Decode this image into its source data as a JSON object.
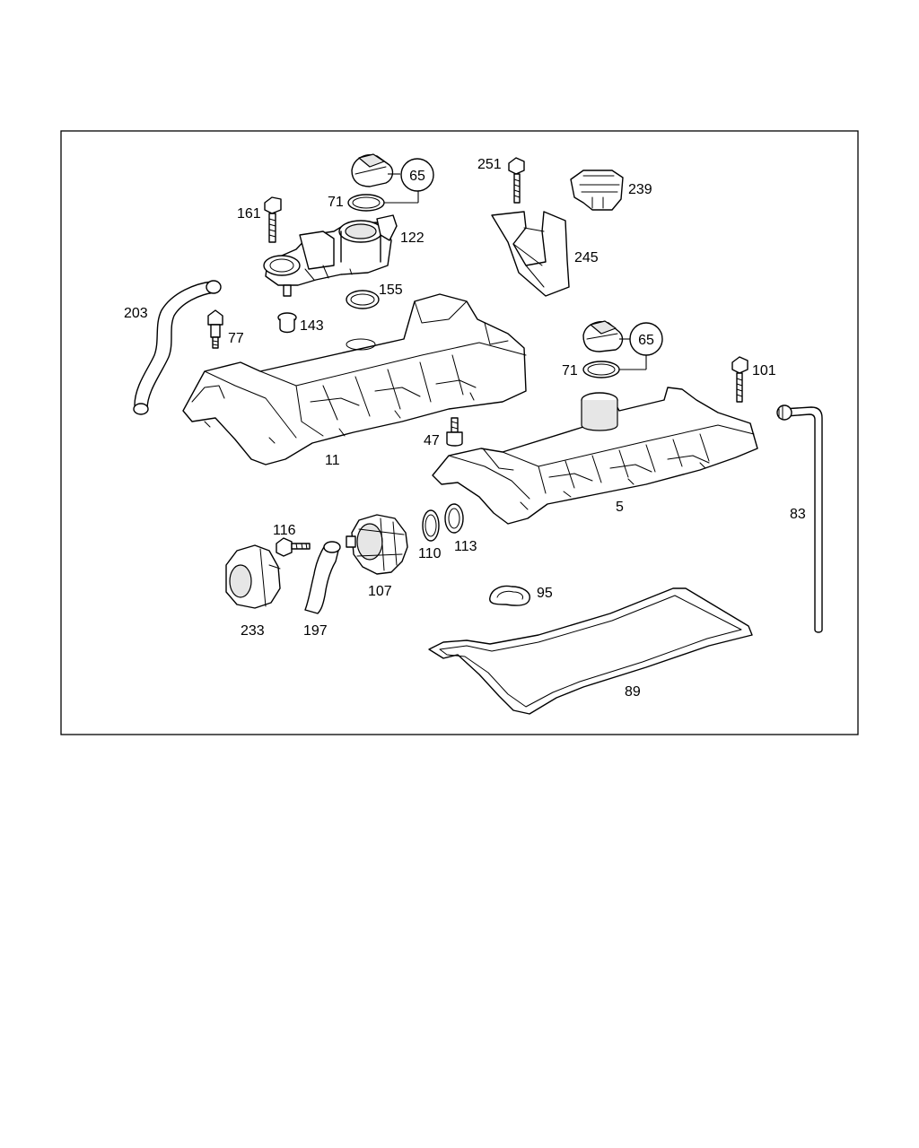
{
  "diagram": {
    "labels": {
      "p65a": "65",
      "p71a": "71",
      "p161": "161",
      "p122": "122",
      "p155": "155",
      "p203": "203",
      "p77": "77",
      "p143": "143",
      "p251": "251",
      "p239": "239",
      "p245": "245",
      "p65b": "65",
      "p71b": "71",
      "p101": "101",
      "p11": "11",
      "p47": "47",
      "p5": "5",
      "p83": "83",
      "p116": "116",
      "p110": "110",
      "p113": "113",
      "p107": "107",
      "p233": "233",
      "p197": "197",
      "p95": "95",
      "p89": "89"
    }
  }
}
